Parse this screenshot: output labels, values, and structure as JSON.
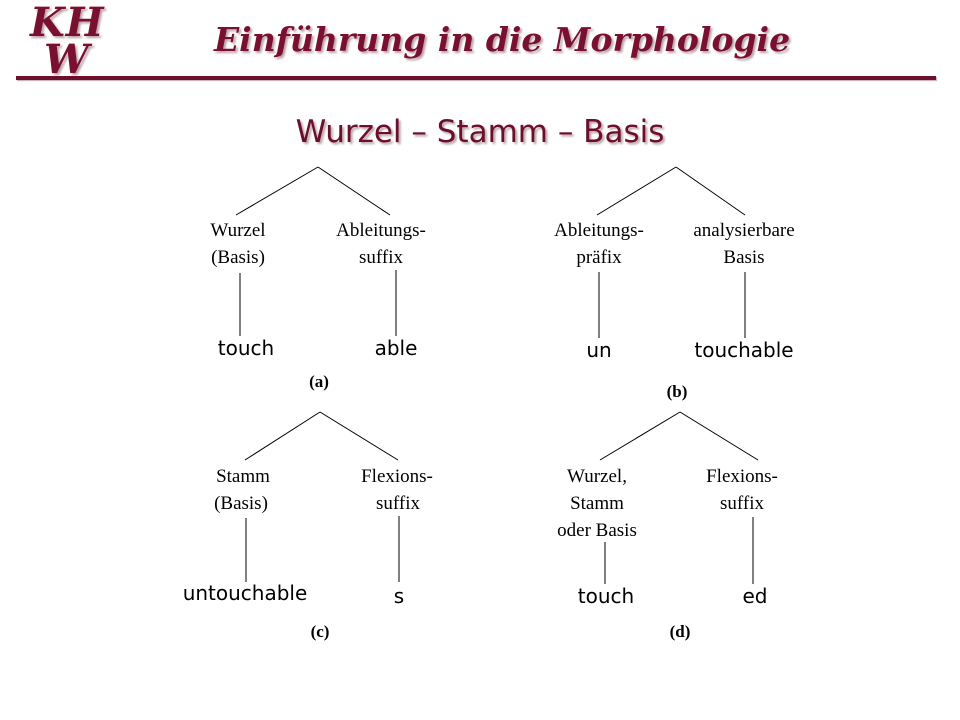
{
  "header": {
    "logo_line1": "KH",
    "logo_line2": "W",
    "course_title": "Einführung in die Morphologie",
    "brand_color": "#6b0f2b"
  },
  "slide": {
    "title": "Wurzel – Stamm – Basis"
  },
  "trees": [
    {
      "tag": "(a)",
      "left": {
        "label": [
          "Wurzel",
          "(Basis)"
        ],
        "morph": "touch"
      },
      "right": {
        "label": [
          "Ableitungs-",
          "suffix"
        ],
        "morph": "able"
      }
    },
    {
      "tag": "(b)",
      "left": {
        "label": [
          "Ableitungs-",
          "präfix"
        ],
        "morph": "un"
      },
      "right": {
        "label": [
          "analysierbare",
          "Basis"
        ],
        "morph": "touchable"
      }
    },
    {
      "tag": "(c)",
      "left": {
        "label": [
          "Stamm",
          "(Basis)"
        ],
        "morph": "untouchable"
      },
      "right": {
        "label": [
          "Flexions-",
          "suffix"
        ],
        "morph": "s"
      }
    },
    {
      "tag": "(d)",
      "left": {
        "label": [
          "Wurzel,",
          "Stamm",
          "oder Basis"
        ],
        "morph": "touch"
      },
      "right": {
        "label": [
          "Flexions-",
          "suffix"
        ],
        "morph": "ed"
      }
    }
  ]
}
